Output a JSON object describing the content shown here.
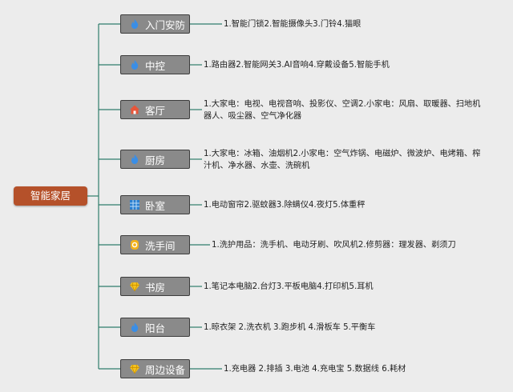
{
  "root": {
    "label": "智能家居"
  },
  "categories": [
    {
      "label": "入门安防",
      "icon": "flame-icon",
      "items": "1.智能门锁2.智能摄像头3.门铃4.猫眼"
    },
    {
      "label": "中控",
      "icon": "flame-icon",
      "items": "1.路由器2.智能网关3.AI音响4.穿戴设备5.智能手机"
    },
    {
      "label": "客厅",
      "icon": "house-icon",
      "items": "1.大家电：电视、电视音响、投影仪、空调2.小家电：风扇、取暖器、扫地机器人、吸尘器、空气净化器"
    },
    {
      "label": "厨房",
      "icon": "flame-icon",
      "items": "1.大家电：冰箱、油烟机2.小家电：空气炸锅、电磁炉、微波炉、电烤箱、榨汁机、净水器、水壶、洗碗机"
    },
    {
      "label": "卧室",
      "icon": "grid-icon",
      "items": "1.电动窗帘2.驱蚊器3.除螨仪4.夜灯5.体重秤"
    },
    {
      "label": "洗手间",
      "icon": "ring-icon",
      "items": "1.洗护用品：洗手机、电动牙刷、吹风机2.修剪器：理发器、剃须刀"
    },
    {
      "label": "书房",
      "icon": "diamond-icon",
      "items": "1.笔记本电脑2.台灯3.平板电脑4.打印机5.耳机"
    },
    {
      "label": "阳台",
      "icon": "flame-icon",
      "items": "1.晾衣架 2.洗衣机 3.跑步机 4.滑板车 5.平衡车"
    },
    {
      "label": "周边设备",
      "icon": "diamond-icon",
      "items": "1.充电器 2.排插 3.电池 4.充电宝 5.数据线 6.耗材"
    }
  ],
  "colors": {
    "connector": "#2e7d6b",
    "root_fill": "#b5512a",
    "node_fill": "#8a8a8a"
  }
}
